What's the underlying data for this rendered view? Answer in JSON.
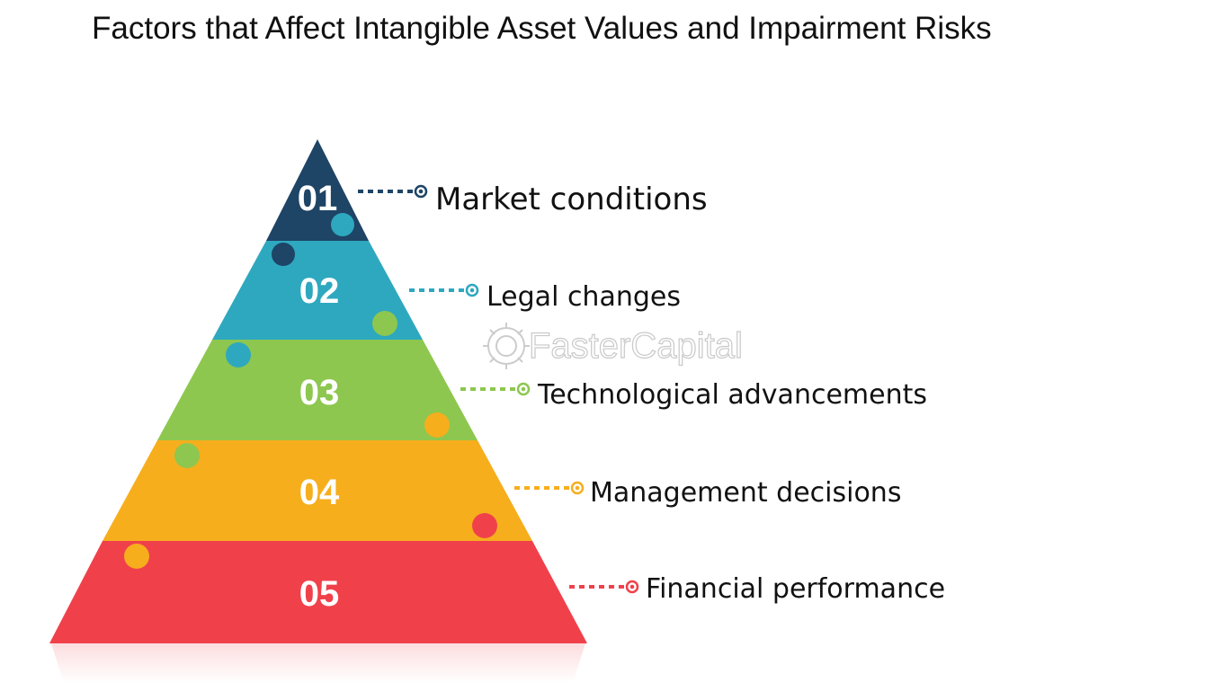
{
  "title": "Factors that Affect Intangible Asset Values and Impairment Risks",
  "watermark": "FasterCapital",
  "levels": [
    {
      "number": "01",
      "label": "Market conditions",
      "color": "#1e4466"
    },
    {
      "number": "02",
      "label": "Legal changes",
      "color": "#2ea8bf"
    },
    {
      "number": "03",
      "label": "Technological advancements",
      "color": "#8dc74f"
    },
    {
      "number": "04",
      "label": "Management decisions",
      "color": "#f6ae1d"
    },
    {
      "number": "05",
      "label": "Financial performance",
      "color": "#f0414b"
    }
  ]
}
